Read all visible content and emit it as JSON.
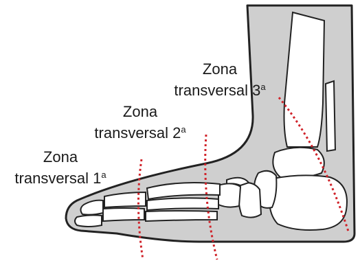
{
  "labels": {
    "zone1": {
      "word": "Zona",
      "name": "transversal 1",
      "ord": "a"
    },
    "zone2": {
      "word": "Zona",
      "name": "transversal 2",
      "ord": "a"
    },
    "zone3": {
      "word": "Zona",
      "name": "transversal 3",
      "ord": "a"
    }
  },
  "colors": {
    "skin": "#cfcfcf",
    "bone": "#ffffff",
    "outline": "#222222",
    "zone_line": "#d0232a",
    "background": "#ffffff"
  }
}
